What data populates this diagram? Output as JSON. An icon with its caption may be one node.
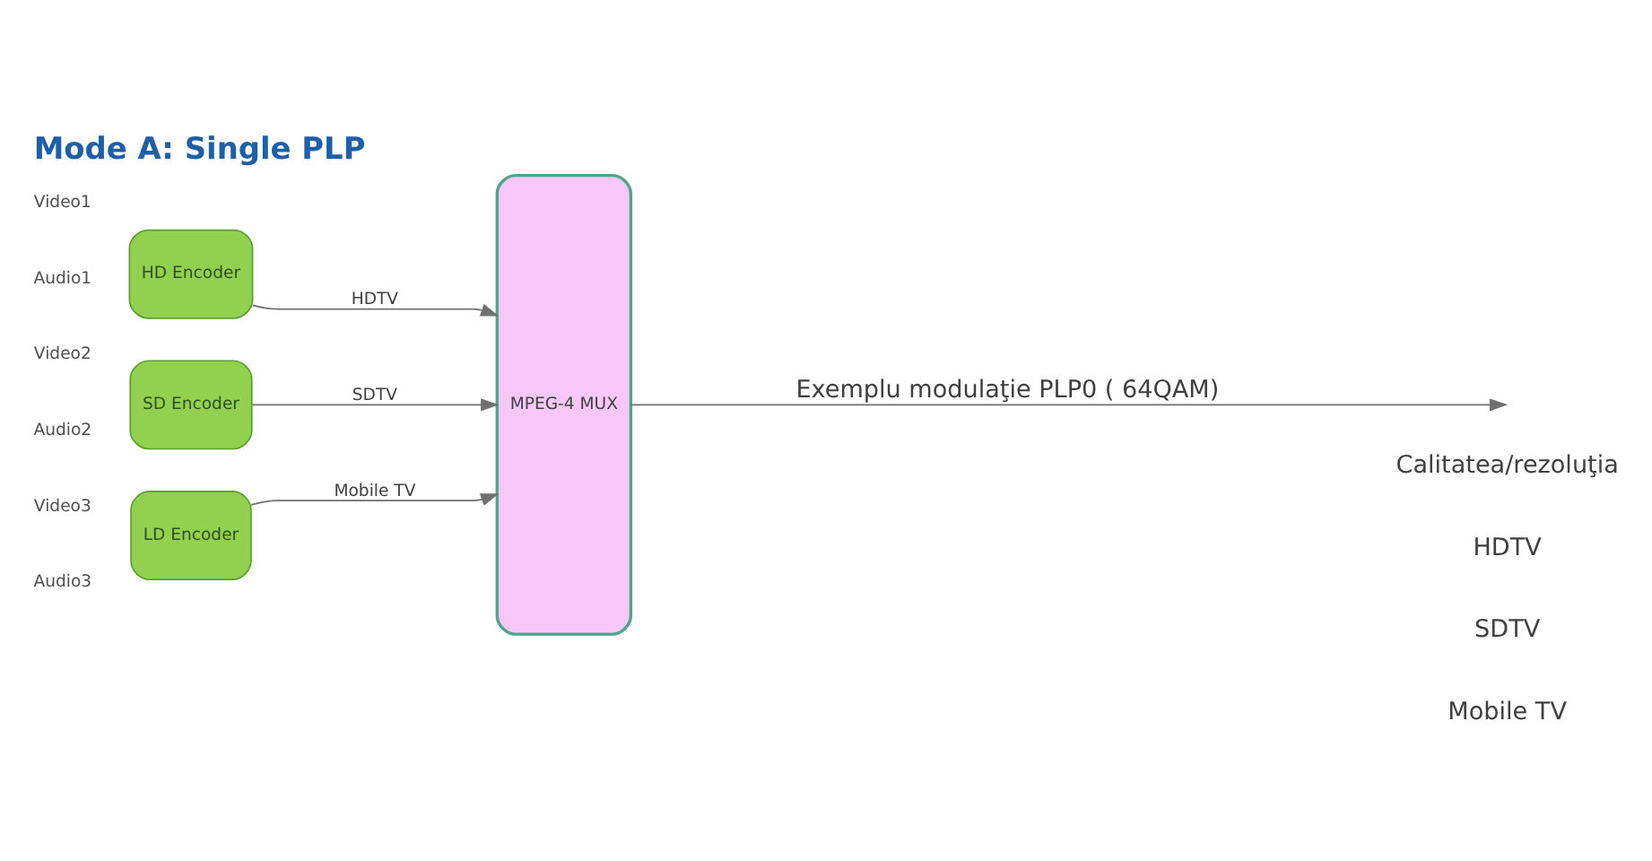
{
  "diagram": {
    "title": "Mode A: Single PLP",
    "nodes": [
      {
        "text": [
          "HD Encoder"
        ],
        "beside": [
          "Video1",
          "Audio1"
        ]
      },
      {
        "text": [
          "SD Encoder"
        ],
        "beside": [
          "Video2",
          "Audio2"
        ]
      },
      {
        "text": [
          "LD Encoder"
        ],
        "beside": [
          "Video3",
          "Audio3"
        ]
      },
      {
        "text": [
          "MPEG-4 MUX"
        ]
      }
    ],
    "edges": [
      {
        "from": 0,
        "to": 3,
        "arrow": "to",
        "label": "HDTV"
      },
      {
        "from": 1,
        "to": 3,
        "arrow": "to",
        "label": "SDTV"
      },
      {
        "from": 2,
        "to": 3,
        "arrow": "to",
        "label": "Mobile TV"
      },
      {
        "from": 3,
        "to": null,
        "arrow": "to",
        "label": "Exemplu modulaţie PLP0 ( 64QAM)"
      }
    ],
    "labels": [
      "Calitatea/rezoluţia",
      "HDTV",
      "SDTV",
      "Mobile TV"
    ]
  }
}
